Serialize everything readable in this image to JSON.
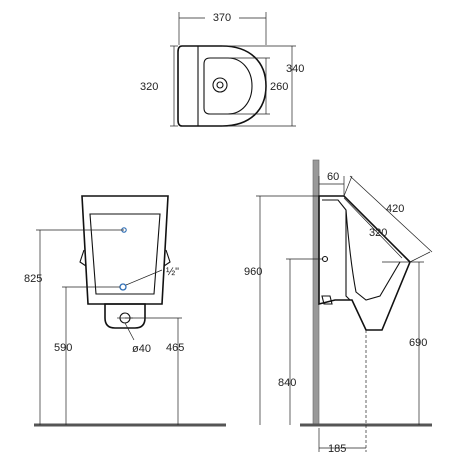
{
  "top_view": {
    "width": "370",
    "depth": "320",
    "depth_outer": "340",
    "inner_depth": "260"
  },
  "front_view": {
    "height_inlet": "825",
    "height_outlet": "590",
    "height_waste": "465",
    "inlet_size": "½\"",
    "outlet_diameter": "ø40"
  },
  "side_view": {
    "total_height": "960",
    "top_depth": "60",
    "diagonal": "420",
    "inner": "320",
    "lip_height": "690",
    "fixing_height": "840",
    "wall_offset": "185"
  },
  "colors": {
    "line": "#111111",
    "floor": "#555555",
    "wall": "#999999",
    "pipe": "#2e6db4"
  }
}
